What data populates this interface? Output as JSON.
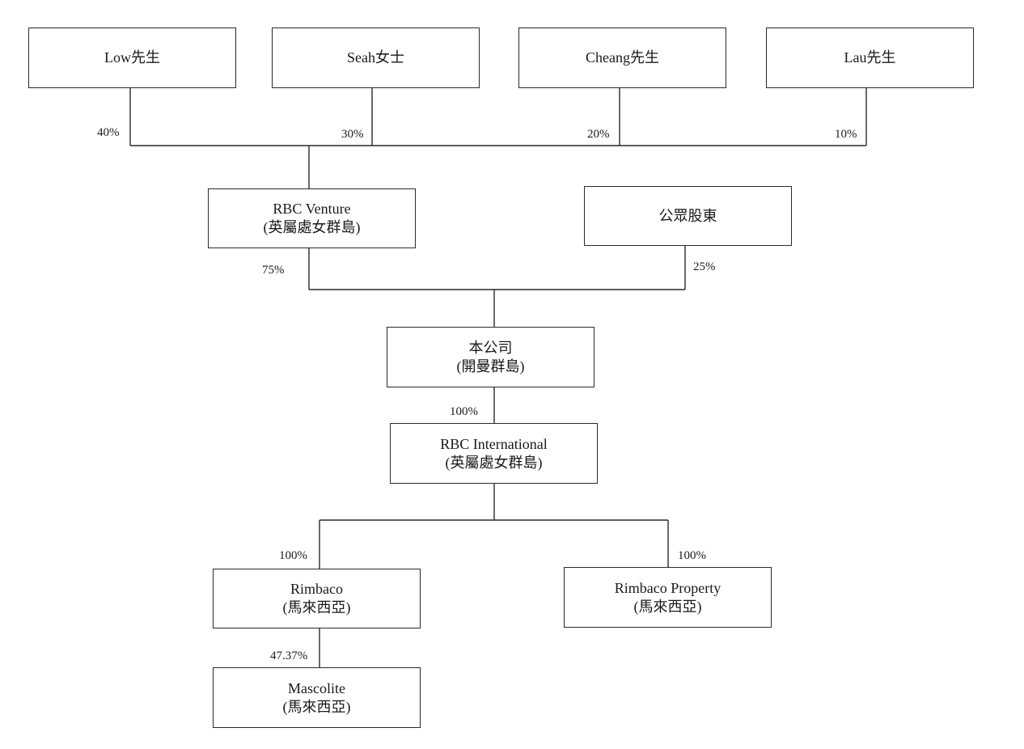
{
  "shareholders": [
    {
      "name": "Low先生",
      "pct": "40%"
    },
    {
      "name": "Seah女士",
      "pct": "30%"
    },
    {
      "name": "Cheang先生",
      "pct": "20%"
    },
    {
      "name": "Lau先生",
      "pct": "10%"
    }
  ],
  "rbc_venture": {
    "name": "RBC Venture",
    "place": "(英屬處女群島)",
    "pct": "75%"
  },
  "public": {
    "name": "公眾股東",
    "pct": "25%"
  },
  "company": {
    "name": "本公司",
    "place": "(開曼群島)"
  },
  "rbc_international": {
    "name": "RBC International",
    "place": "(英屬處女群島)",
    "pct": "100%"
  },
  "rimbaco": {
    "name": "Rimbaco",
    "place": "(馬來西亞)",
    "pct": "100%"
  },
  "rimbaco_property": {
    "name": "Rimbaco Property",
    "place": "(馬來西亞)",
    "pct": "100%"
  },
  "mascolite": {
    "name": "Mascolite",
    "place": "(馬來西亞)",
    "pct": "47.37%"
  }
}
